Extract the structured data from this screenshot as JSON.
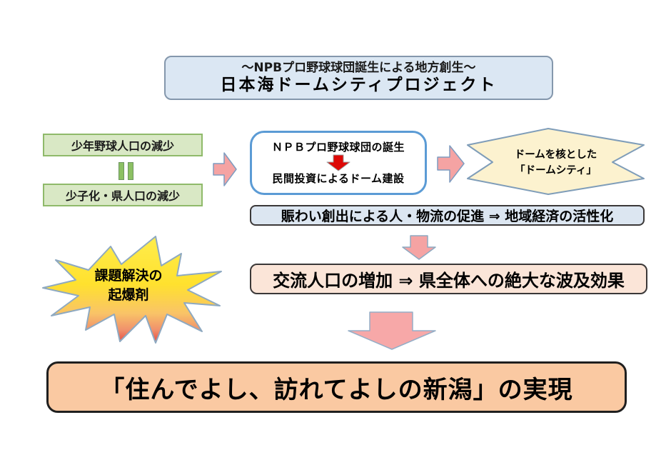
{
  "slide": {
    "title": {
      "subtitle": "～NPBプロ野球球団誕生による地方創生～",
      "main": "日本海ドームシティプロジェクト"
    },
    "problems": {
      "box1": "少年野球人口の減少",
      "box2": "少子化・県人口の減少"
    },
    "solution": {
      "line1": "ＮＰＢプロ野球球団の誕生",
      "line2": "民間投資によるドーム建設"
    },
    "dome_city": {
      "line1": "ドームを核とした",
      "line2": "「ドームシティ」"
    },
    "effect_flow": "賑わい創出による人・物流の促進 ⇒ 地域経済の活性化",
    "effect_population": "交流人口の増加 ⇒ 県全体への絶大な波及効果",
    "catalyst": {
      "line1": "課題解決の",
      "line2": "起爆剤"
    },
    "goal": "「住んでよし、訪れてよしの新潟」の実現"
  },
  "icons": {
    "equals_sign": "green-equals-bars",
    "right_arrows": "pink-right-arrow",
    "red_down_arrow": "red-down-arrow",
    "small_down_arrow": "pink-down-arrow",
    "large_down_arrow": "large-pink-down-arrow",
    "star_banner": "cream-star-banner",
    "burst": "yellow-explosion-burst"
  },
  "colors": {
    "title_fill": "#DBE7F3",
    "title_border": "#8497AC",
    "green_fill": "#D9E8C5",
    "green_border": "#8FBA6A",
    "equals_fill": "#8CC063",
    "pink_arrow_fill": "#F5A3A3",
    "arrow_border": "#7E9CC0",
    "red_arrow_fill": "#DD0806",
    "center_box_border": "#5B9BD5",
    "star_fill": "#FCF2CF",
    "star_border": "#7F9DB9",
    "effect1_fill": "#DCE6F1",
    "effect2_fill": "#FBE5D8",
    "box_border_dark": "#3B3838",
    "goal_fill": "#FAC9A2",
    "burst_yellow": "#FFE12E",
    "burst_red": "#E4473F"
  }
}
